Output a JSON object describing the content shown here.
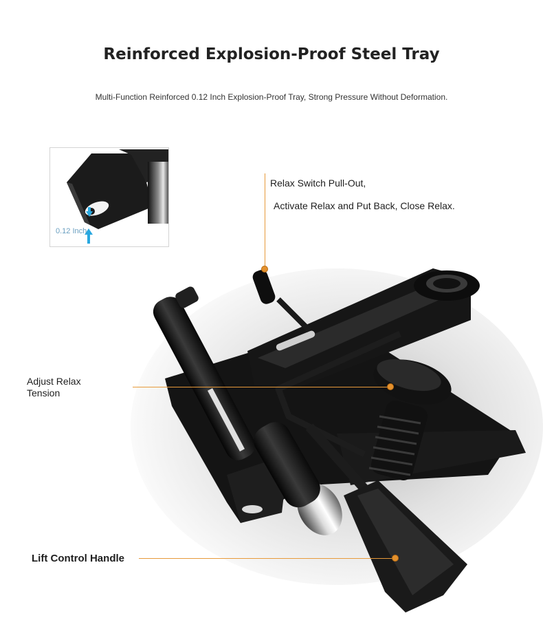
{
  "header": {
    "title": "Reinforced Explosion-Proof Steel Tray",
    "subtitle": "Multi-Function Reinforced 0.12 Inch Explosion-Proof Tray, Strong Pressure Without Deformation."
  },
  "inset": {
    "thickness_label": "0.12 Inch"
  },
  "callouts": {
    "relax_switch_line1": "Relax Switch Pull-Out,",
    "relax_switch_line2": "Activate Relax and Put Back, Close Relax.",
    "adjust_relax_line1": "Adjust Relax",
    "adjust_relax_line2": "Tension",
    "lift_control": "Lift Control Handle"
  },
  "colors": {
    "accent": "#e4912d",
    "inset_label": "#6a9fc0",
    "arrow": "#29a8e0"
  }
}
